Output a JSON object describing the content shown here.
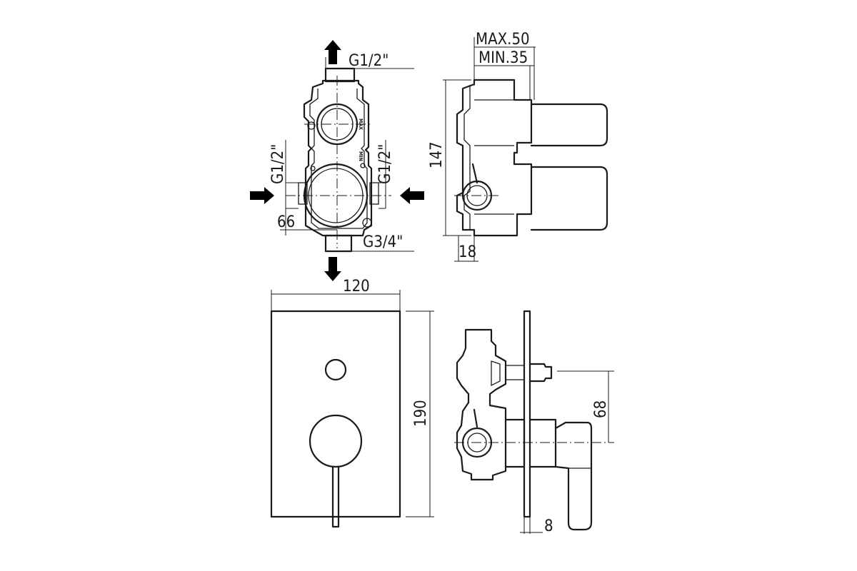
{
  "labels": {
    "top_thread": "G1/2\"",
    "left_thread": "G1/2\"",
    "right_thread": "G1/2\"",
    "bottom_thread": "G3/4\"",
    "dim_66": "66",
    "max_depth": "MAX.50",
    "min_depth": "MIN.35",
    "dim_147": "147",
    "dim_18": "18",
    "dim_120": "120",
    "dim_190": "190",
    "dim_68": "68",
    "dim_8": "8",
    "mark_max": "MAX",
    "mark_min": "MIN"
  }
}
